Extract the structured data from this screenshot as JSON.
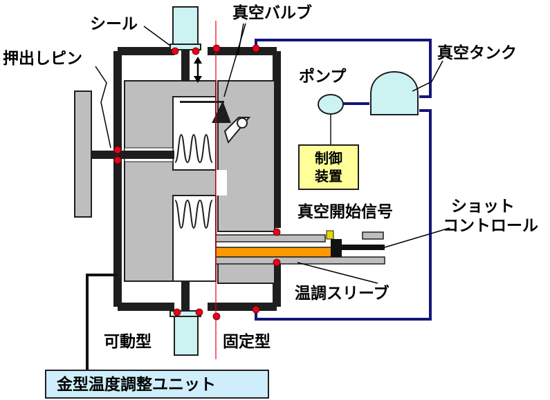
{
  "labels": {
    "seal": "シール",
    "vacuum_valve": "真空バルブ",
    "ejector_pin": "押出しピン",
    "vacuum_tank": "真空タンク",
    "pump": "ポンプ",
    "controller_line1": "制御",
    "controller_line2": "装置",
    "vacuum_start_signal": "真空開始信号",
    "shot_control_line1": "ショット",
    "shot_control_line2": "コントロール",
    "temp_sleeve": "温調スリーブ",
    "movable_die": "可動型",
    "fixed_die": "固定型",
    "mold_temp_unit": "金型温度調整ユニット"
  },
  "colors": {
    "frame": "#1e1e1e",
    "metal": "#bebebe",
    "cyan": "#ccf2f2",
    "navy": "#15157a",
    "orange": "#ff9900",
    "seal_dot": "#e8001c",
    "controller_fill": "#ffff99",
    "unit_fill": "#cdeefa",
    "signal_yellow": "#e6d800",
    "parting_line": "#e8001c"
  },
  "icons": [
    "seal-dot",
    "up-down-arrow-icon",
    "valve-cone-icon"
  ]
}
